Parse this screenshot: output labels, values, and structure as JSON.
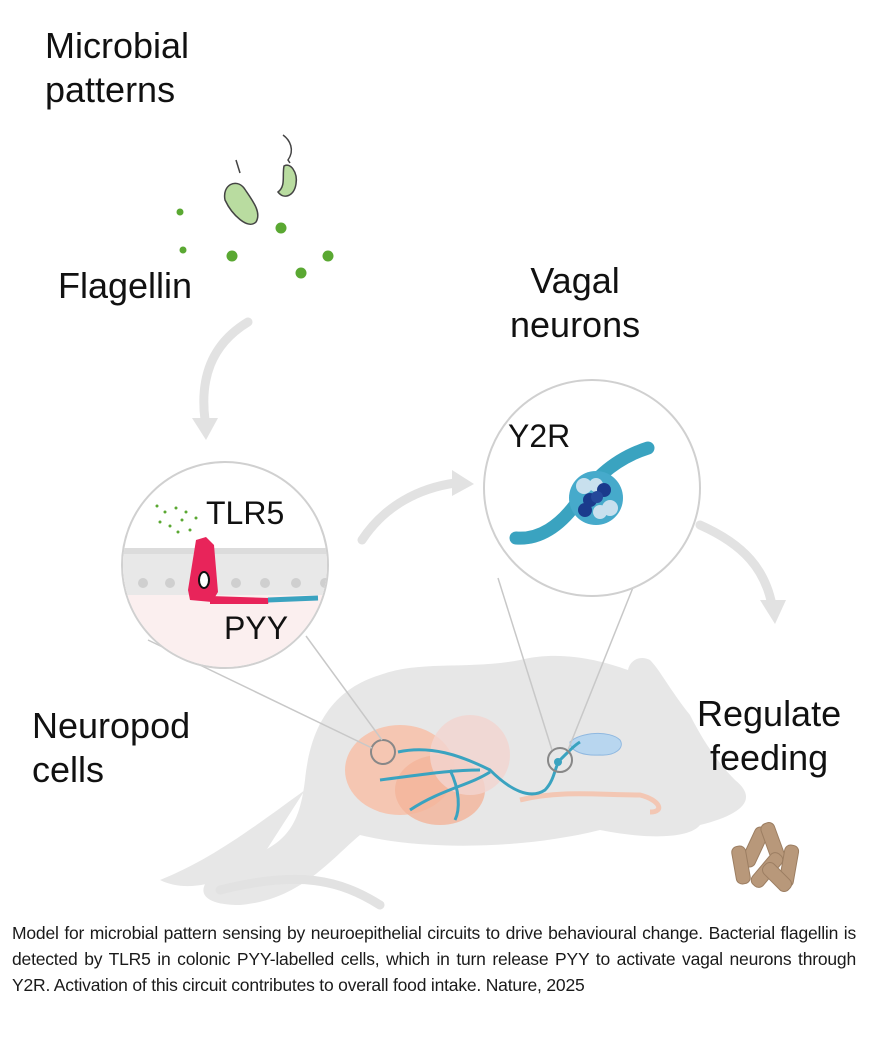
{
  "labels": {
    "microbial_patterns": [
      "Microbial",
      "patterns"
    ],
    "flagellin": "Flagellin",
    "vagal_neurons": [
      "Vagal",
      "neurons"
    ],
    "neuropod_cells": [
      "Neuropod",
      "cells"
    ],
    "regulate_feeding": [
      "Regulate",
      "feeding"
    ],
    "tlr5": "TLR5",
    "pyy": "PYY",
    "y2r": "Y2R"
  },
  "caption": "Model for microbial pattern sensing by neuroepithelial circuits to drive behavioural change. Bacterial flagellin is detected by TLR5 in colonic PYY-labelled cells, which in turn release PYY to activate vagal neurons through Y2R. Activation of this circuit contributes to overall food intake. Nature, 2025",
  "colors": {
    "bacteria": "#b9dca0",
    "flagellin_dots": "#5aa832",
    "neuropod_cell": "#e8245a",
    "nerve": "#3aa3c0",
    "receptor_dark": "#1a3a8c",
    "receptor_light": "#c8e0ee",
    "mouse": "#e6e6e6",
    "gut": "#f4b9a0",
    "arrow": "#e2e2e2",
    "food": "#b8987a"
  }
}
